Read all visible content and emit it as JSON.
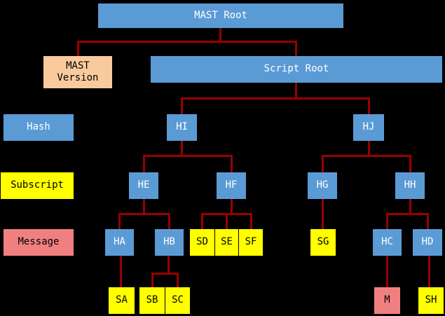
{
  "diagram": {
    "colors": {
      "hash": "#5B9BD5",
      "subscript": "#FFFF00",
      "message": "#F08080",
      "version": "#F9CB9C",
      "line": "#990000",
      "background": "#000000"
    },
    "legend": {
      "hash": "Hash",
      "subscript": "Subscript",
      "message": "Message"
    },
    "nodes": {
      "mast_root": "MAST Root",
      "mast_version": "MAST\nVersion",
      "script_root": "Script Root",
      "hi": "HI",
      "hj": "HJ",
      "he": "HE",
      "hf": "HF",
      "hg": "HG",
      "hh": "HH",
      "ha": "HA",
      "hb": "HB",
      "sd": "SD",
      "se": "SE",
      "sf": "SF",
      "sg": "SG",
      "hc": "HC",
      "hd": "HD",
      "sa": "SA",
      "sb": "SB",
      "sc": "SC",
      "m": "M",
      "sh": "SH"
    }
  }
}
